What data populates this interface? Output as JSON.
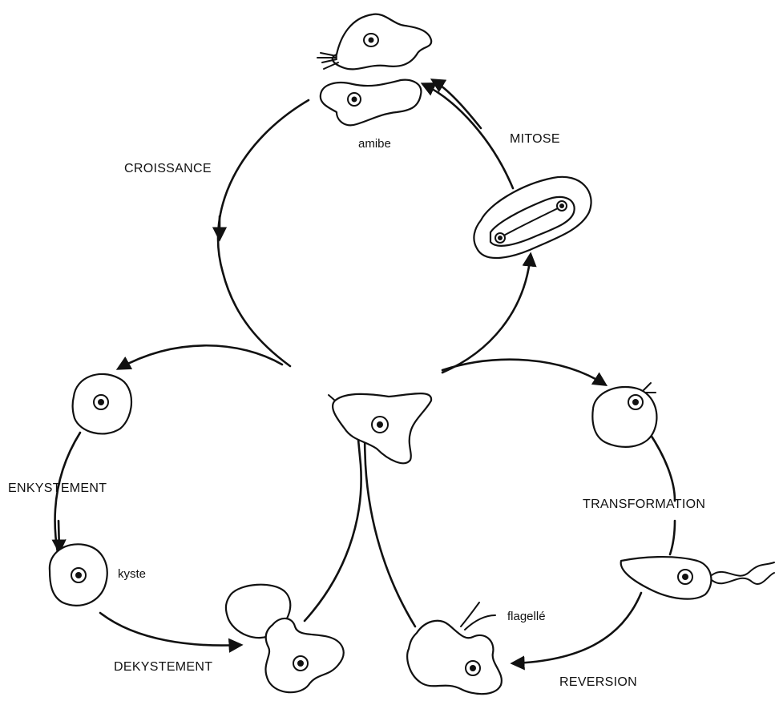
{
  "labels": {
    "croissance": "CROISSANCE",
    "mitose": "MITOSE",
    "amibe": "amibe",
    "enkystement": "ENKYSTEMENT",
    "kyste": "kyste",
    "dekystement": "DEKYSTEMENT",
    "transformation": "TRANSFORMATION",
    "flagelle": "flagellé",
    "reversion": "REVERSION"
  }
}
